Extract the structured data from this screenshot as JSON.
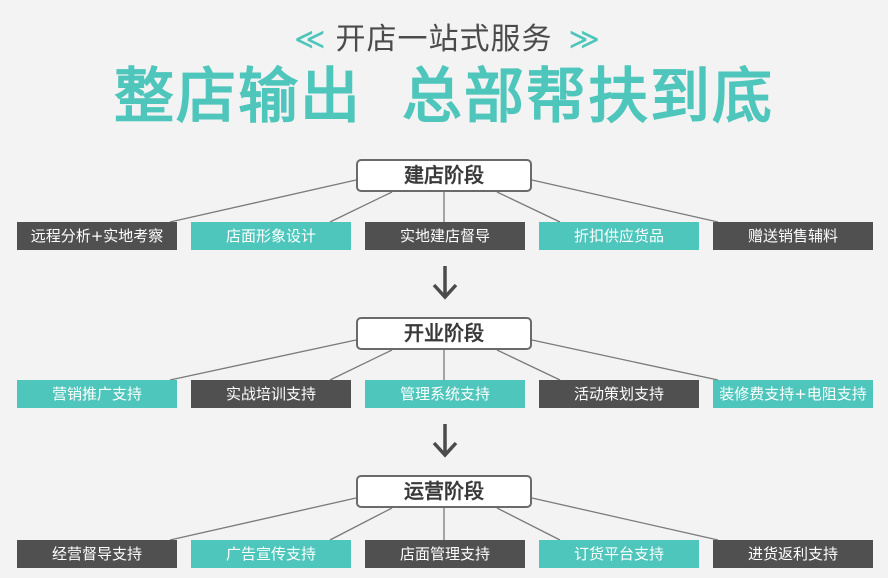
{
  "header": {
    "subtitle": "开店一站式服务",
    "chevron_left": "≪",
    "chevron_right": "≫",
    "title_part1": "整店输出",
    "title_part2": "总部帮扶到底"
  },
  "colors": {
    "teal": "#4ec6bb",
    "dark": "#505050",
    "line": "#7a7a7a"
  },
  "stages": [
    {
      "label": "建店阶段",
      "items": [
        {
          "label": "远程分析+实地考察",
          "color": "dark"
        },
        {
          "label": "店面形象设计",
          "color": "teal"
        },
        {
          "label": "实地建店督导",
          "color": "dark"
        },
        {
          "label": "折扣供应货品",
          "color": "teal"
        },
        {
          "label": "赠送销售辅料",
          "color": "dark"
        }
      ]
    },
    {
      "label": "开业阶段",
      "items": [
        {
          "label": "营销推广支持",
          "color": "teal"
        },
        {
          "label": "实战培训支持",
          "color": "dark"
        },
        {
          "label": "管理系统支持",
          "color": "teal"
        },
        {
          "label": "活动策划支持",
          "color": "dark"
        },
        {
          "label": "装修费支持+电阻支持",
          "color": "teal"
        }
      ]
    },
    {
      "label": "运营阶段",
      "items": [
        {
          "label": "经营督导支持",
          "color": "dark"
        },
        {
          "label": "广告宣传支持",
          "color": "teal"
        },
        {
          "label": "店面管理支持",
          "color": "dark"
        },
        {
          "label": "订货平台支持",
          "color": "teal"
        },
        {
          "label": "进货返利支持",
          "color": "dark"
        }
      ]
    }
  ]
}
